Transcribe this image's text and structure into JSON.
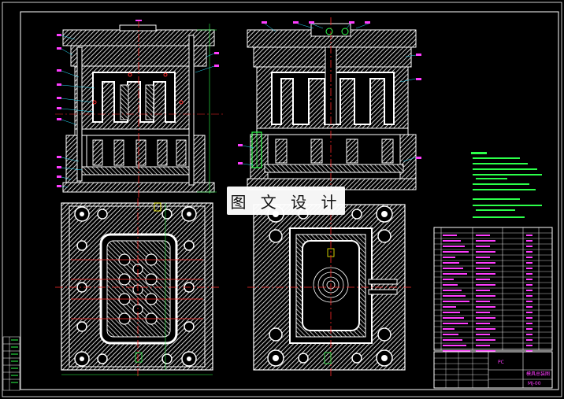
{
  "watermark": "图 文 设 计",
  "title_block": {
    "material": "PC",
    "drawing_name": "模具总装图",
    "drawing_no": "MJ-00"
  },
  "colors": {
    "background": "#000000",
    "frame": "#ffffff",
    "section": "#ffffff",
    "centerline": "#ff2a2a",
    "dimension": "#2cff4a",
    "leader": "#29e0ff",
    "text": "#ff3cff",
    "annotation": "#ffff00"
  }
}
